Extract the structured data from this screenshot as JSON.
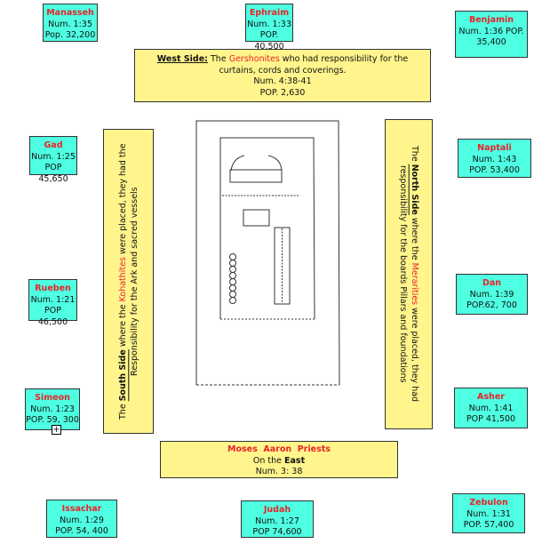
{
  "tribes": {
    "manasseh": {
      "name": "Manasseh",
      "ref": "Num. 1:35",
      "pop": "Pop. 32,200"
    },
    "ephraim": {
      "name": "Ephraim",
      "ref": "Num. 1:33",
      "pop": "POP. 40,500"
    },
    "benjamin": {
      "name": "Benjamin",
      "ref": "Num. 1:36 POP.",
      "pop": "35,400"
    },
    "gad": {
      "name": "Gad",
      "ref": "Num. 1:25",
      "pop": "POP 45,650"
    },
    "rueben": {
      "name": "Rueben",
      "ref": "Num. 1:21",
      "pop": "POP 46,500"
    },
    "simeon": {
      "name": "Simeon",
      "ref": "Num. 1:23",
      "pop": "POP. 59, 300"
    },
    "naptali": {
      "name": "Naptali",
      "ref": "Num. 1:43",
      "pop": "POP. 53,400"
    },
    "dan": {
      "name": "Dan",
      "ref": "Num. 1:39",
      "pop": "POP.62, 700"
    },
    "asher": {
      "name": "Asher",
      "ref": "Num. 1:41",
      "pop": "POP 41,500"
    },
    "issachar": {
      "name": "Issachar",
      "ref": "Num. 1:29",
      "pop": "POP. 54, 400"
    },
    "judah": {
      "name": "Judah",
      "ref": "Num. 1:27",
      "pop": "POP 74,600"
    },
    "zebulon": {
      "name": "Zebulon",
      "ref": "Num. 1:31",
      "pop": "POP. 57,400"
    }
  },
  "west": {
    "side": "West Side:",
    "pre": " The ",
    "clan": "Gershonites",
    "post": " who had responsibility for the curtains, cords and coverings.",
    "ref": "Num. 4:38-41",
    "pop": "POP. 2,630"
  },
  "south": {
    "pre": "The ",
    "side": "South Side",
    "mid": " where the ",
    "clan": "Kohathites",
    "post": " were placed, they had the Responsibility for the Ark and sacred vessels"
  },
  "north": {
    "pre": "The ",
    "side": "North Side",
    "mid": " where the ",
    "clan": "Merarities",
    "post": " were placed, they had responsibility for the boards Pillars and foundations"
  },
  "east": {
    "title": "Moses  Aaron  Priests",
    "line_pre": "On the ",
    "line_bold": "East",
    "ref": "Num. 3: 38"
  },
  "expand_symbol": "+"
}
